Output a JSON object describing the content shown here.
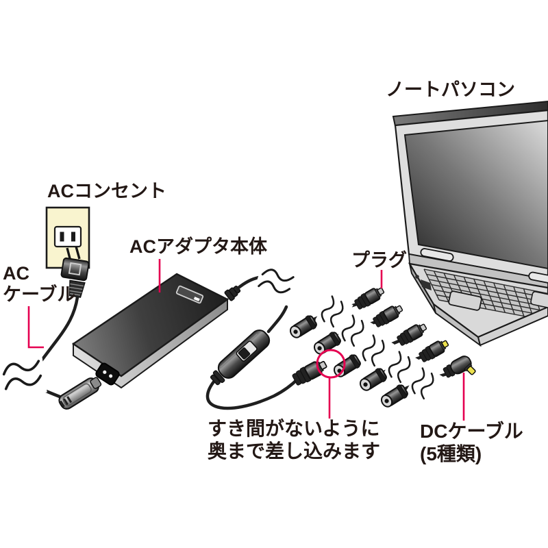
{
  "colors": {
    "accent": "#e50050",
    "ink": "#231815",
    "outlet_plate": "#f9f4cf"
  },
  "labels": {
    "laptop": "ノートパソコン",
    "ac_outlet": "ACコンセント",
    "ac_adapter": "ACアダプタ本体",
    "ac_cable_line1": "AC",
    "ac_cable_line2": "ケーブル",
    "plug": "プラグ",
    "insert_note_line1": "すき間がないように",
    "insert_note_line2": "奥まで差し込みます",
    "dc_cable_line1": "DCケーブル",
    "dc_cable_line2": "(5種類)"
  }
}
